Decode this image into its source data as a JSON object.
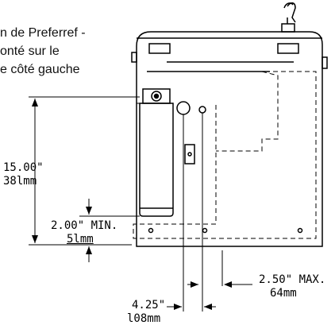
{
  "caption": {
    "lines": [
      "n de Preferref -",
      "onté sur le",
      "e côté gauche"
    ]
  },
  "dimensions": {
    "height_in": "15.00\"",
    "height_mm": "38lmm",
    "min_in": "2.00\" MIN.",
    "min_mm": "5lmm",
    "max_in": "2.50\" MAX.",
    "max_mm": "64mm",
    "offset_in": "4.25\"",
    "offset_mm": "l08mm"
  }
}
